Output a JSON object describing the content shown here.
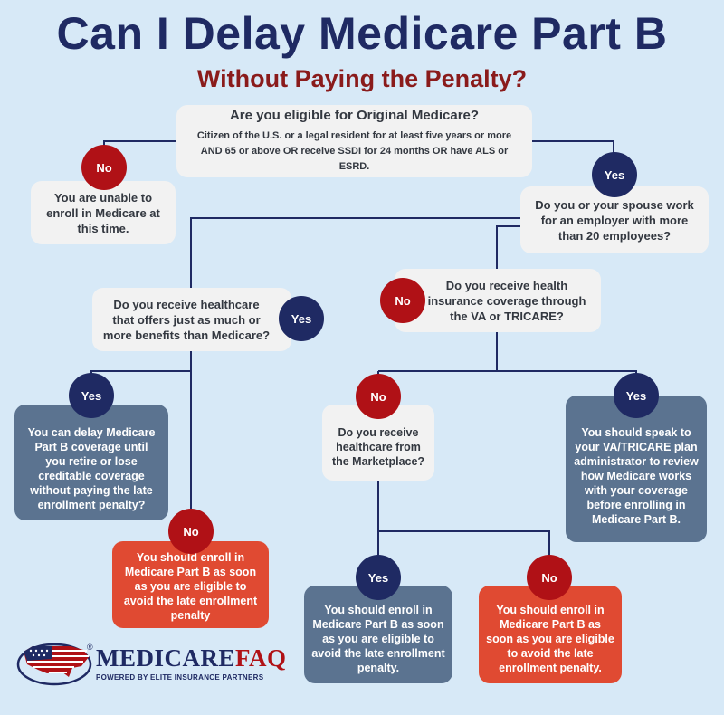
{
  "header": {
    "title": "Can I Delay Medicare Part B",
    "subtitle": "Without Paying the Penalty?"
  },
  "colors": {
    "background": "#d7e9f7",
    "title": "#1f2a63",
    "subtitle": "#8a1b1b",
    "yes_circle": "#1f2a63",
    "no_circle": "#b01116",
    "blue_answer": "#5b7390",
    "red_answer": "#e04a32",
    "question_box": "#f2f2f2"
  },
  "nodes": {
    "q_eligible": {
      "title": "Are you eligible for Original Medicare?",
      "detail": "Citizen of the U.S. or a legal resident for at least five years or more AND 65 or above OR receive SSDI for 24 months OR have ALS or ESRD."
    },
    "a_unable": {
      "text": "You are unable to enroll in Medicare at this time."
    },
    "q_employer": {
      "text": "Do you or your spouse work for an employer with more than 20 employees?"
    },
    "q_healthcare": {
      "text": "Do you receive healthcare that offers just as much or more benefits than Medicare?"
    },
    "q_va": {
      "text": "Do you receive health insurance coverage through the VA or TRICARE?"
    },
    "a_delay": {
      "text": "You can delay Medicare Part B coverage until you retire or lose creditable coverage without paying the late enrollment penalty?"
    },
    "a_enroll_left": {
      "text": "You should enroll in Medicare Part B as soon as you are eligible to avoid the late enrollment penalty"
    },
    "q_marketplace": {
      "text": "Do you receive healthcare from the Marketplace?"
    },
    "a_va_admin": {
      "text": "You should speak to your VA/TRICARE plan administrator to review how Medicare works with your coverage before enrolling in Medicare Part B."
    },
    "a_enroll_mid": {
      "text": "You should enroll in Medicare Part B as soon as you are eligible to avoid the late enrollment penalty."
    },
    "a_enroll_right": {
      "text": "You should enroll in Medicare Part B as soon as you are eligible to avoid the late enrollment penalty."
    }
  },
  "labels": {
    "yes": "Yes",
    "no": "No"
  },
  "logo": {
    "brand_part1": "MEDICARE",
    "brand_part2": "FAQ",
    "registered": "®",
    "tagline": "POWERED BY ELITE INSURANCE PARTNERS"
  }
}
